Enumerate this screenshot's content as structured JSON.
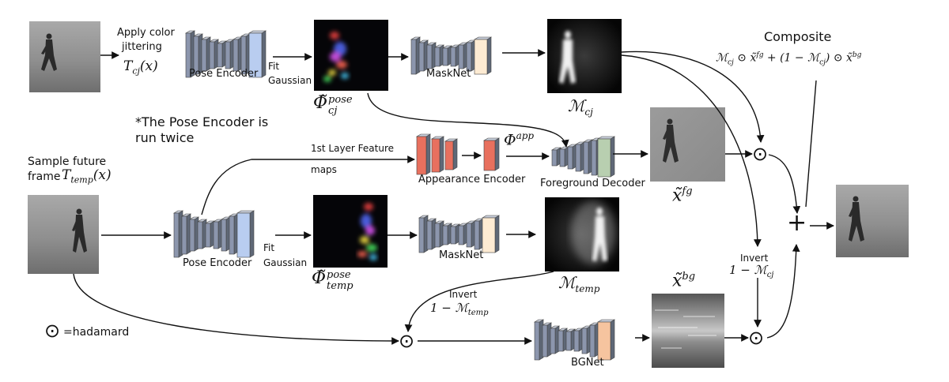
{
  "steps": {
    "apply_color": "Apply color",
    "jittering": "jittering",
    "cj_formula": "T_cj(x)",
    "sample_future": "Sample future",
    "frame": "frame",
    "temp_formula": "T_temp(x)"
  },
  "blocks": {
    "pose_encoder": "Pose Encoder",
    "masknet": "MaskNet",
    "appearance_encoder": "Appearance Encoder",
    "foreground_decoder": "Foreground Decoder",
    "bgnet": "BGNet"
  },
  "labels": {
    "fit": "Fit",
    "gaussian": "Gaussian",
    "first_layer_feature": "1st Layer Feature",
    "maps": "maps",
    "invert": "Invert",
    "composite": "Composite",
    "pose_note_line1": "*The Pose Encoder is",
    "pose_note_line2": "run twice",
    "hadamard_legend": "=hadamard"
  },
  "math": {
    "phi_pose_cj": "Φ̃^pose_cj",
    "phi_pose_temp": "Φ̃^pose_temp",
    "m_cj": "M_cj",
    "m_temp": "M_temp",
    "phi_app": "Φ^app",
    "x_fg": "x̃^fg",
    "x_bg": "x̃^bg",
    "one_minus_m_temp": "1 − M_temp",
    "one_minus_m_cj": "1 − M_cj",
    "composite_formula": "M_cj ⊙ x̃^fg + (1 − M_cj) ⊙ x̃^bg"
  },
  "operators": {
    "hadamard": "⊙",
    "plus": "+"
  },
  "colors": {
    "encoder_blue": "#b9cdf0",
    "mask_cream": "#fdebd3",
    "appearance_red": "#e8705e",
    "decoder_green": "#b8cfb0",
    "bgnet_orange": "#f6c49f",
    "layer_gray": "#8c96ad"
  }
}
